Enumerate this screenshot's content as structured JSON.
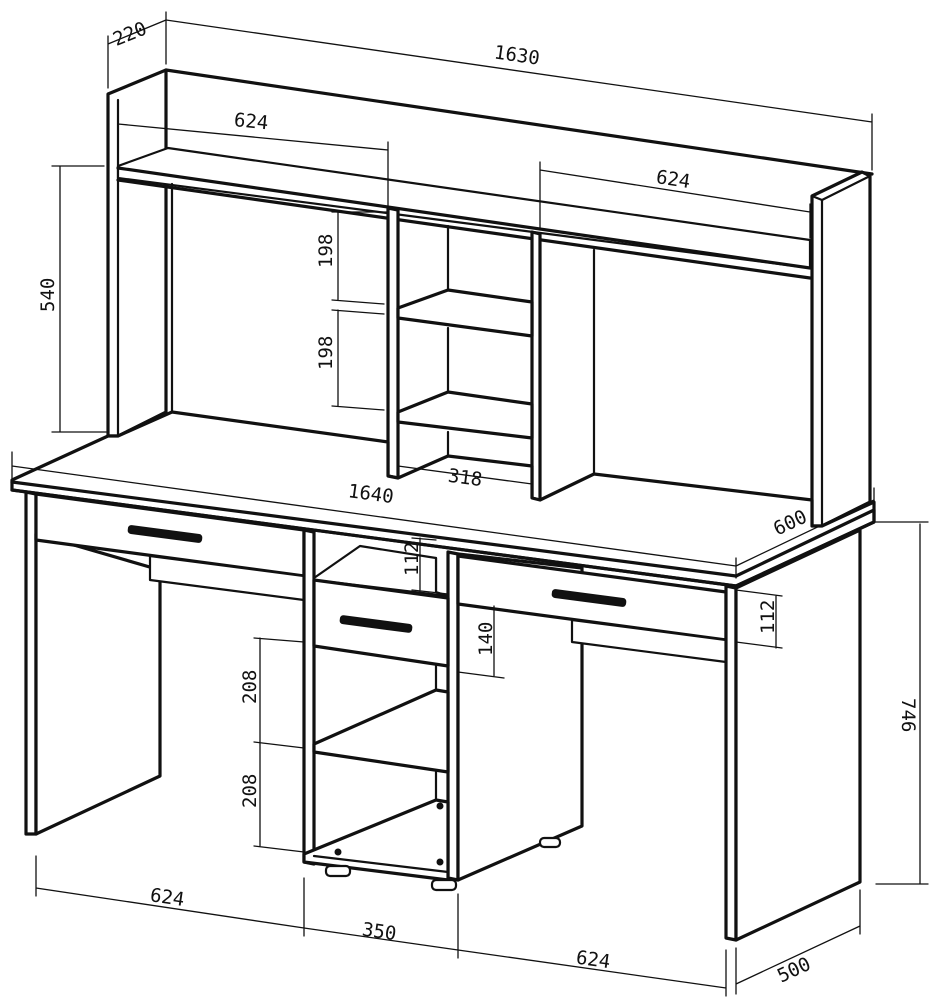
{
  "dimensions": {
    "hutch_depth": "220",
    "hutch_width": "1630",
    "hutch_left_section": "624",
    "hutch_right_section": "624",
    "hutch_height": "540",
    "shelf_gap_upper": "198",
    "shelf_gap_lower": "198",
    "hutch_center_width": "318",
    "desk_width": "1640",
    "desk_depth": "600",
    "drawer_height_center": "112",
    "drawer_height_right": "112",
    "drawer_front_center": "140",
    "cabinet_gap_upper": "208",
    "cabinet_gap_lower": "208",
    "desk_height": "746",
    "base_left": "624",
    "base_center": "350",
    "base_right": "624",
    "leg_depth": "500"
  },
  "colors": {
    "line": "#111111",
    "background": "#ffffff"
  }
}
